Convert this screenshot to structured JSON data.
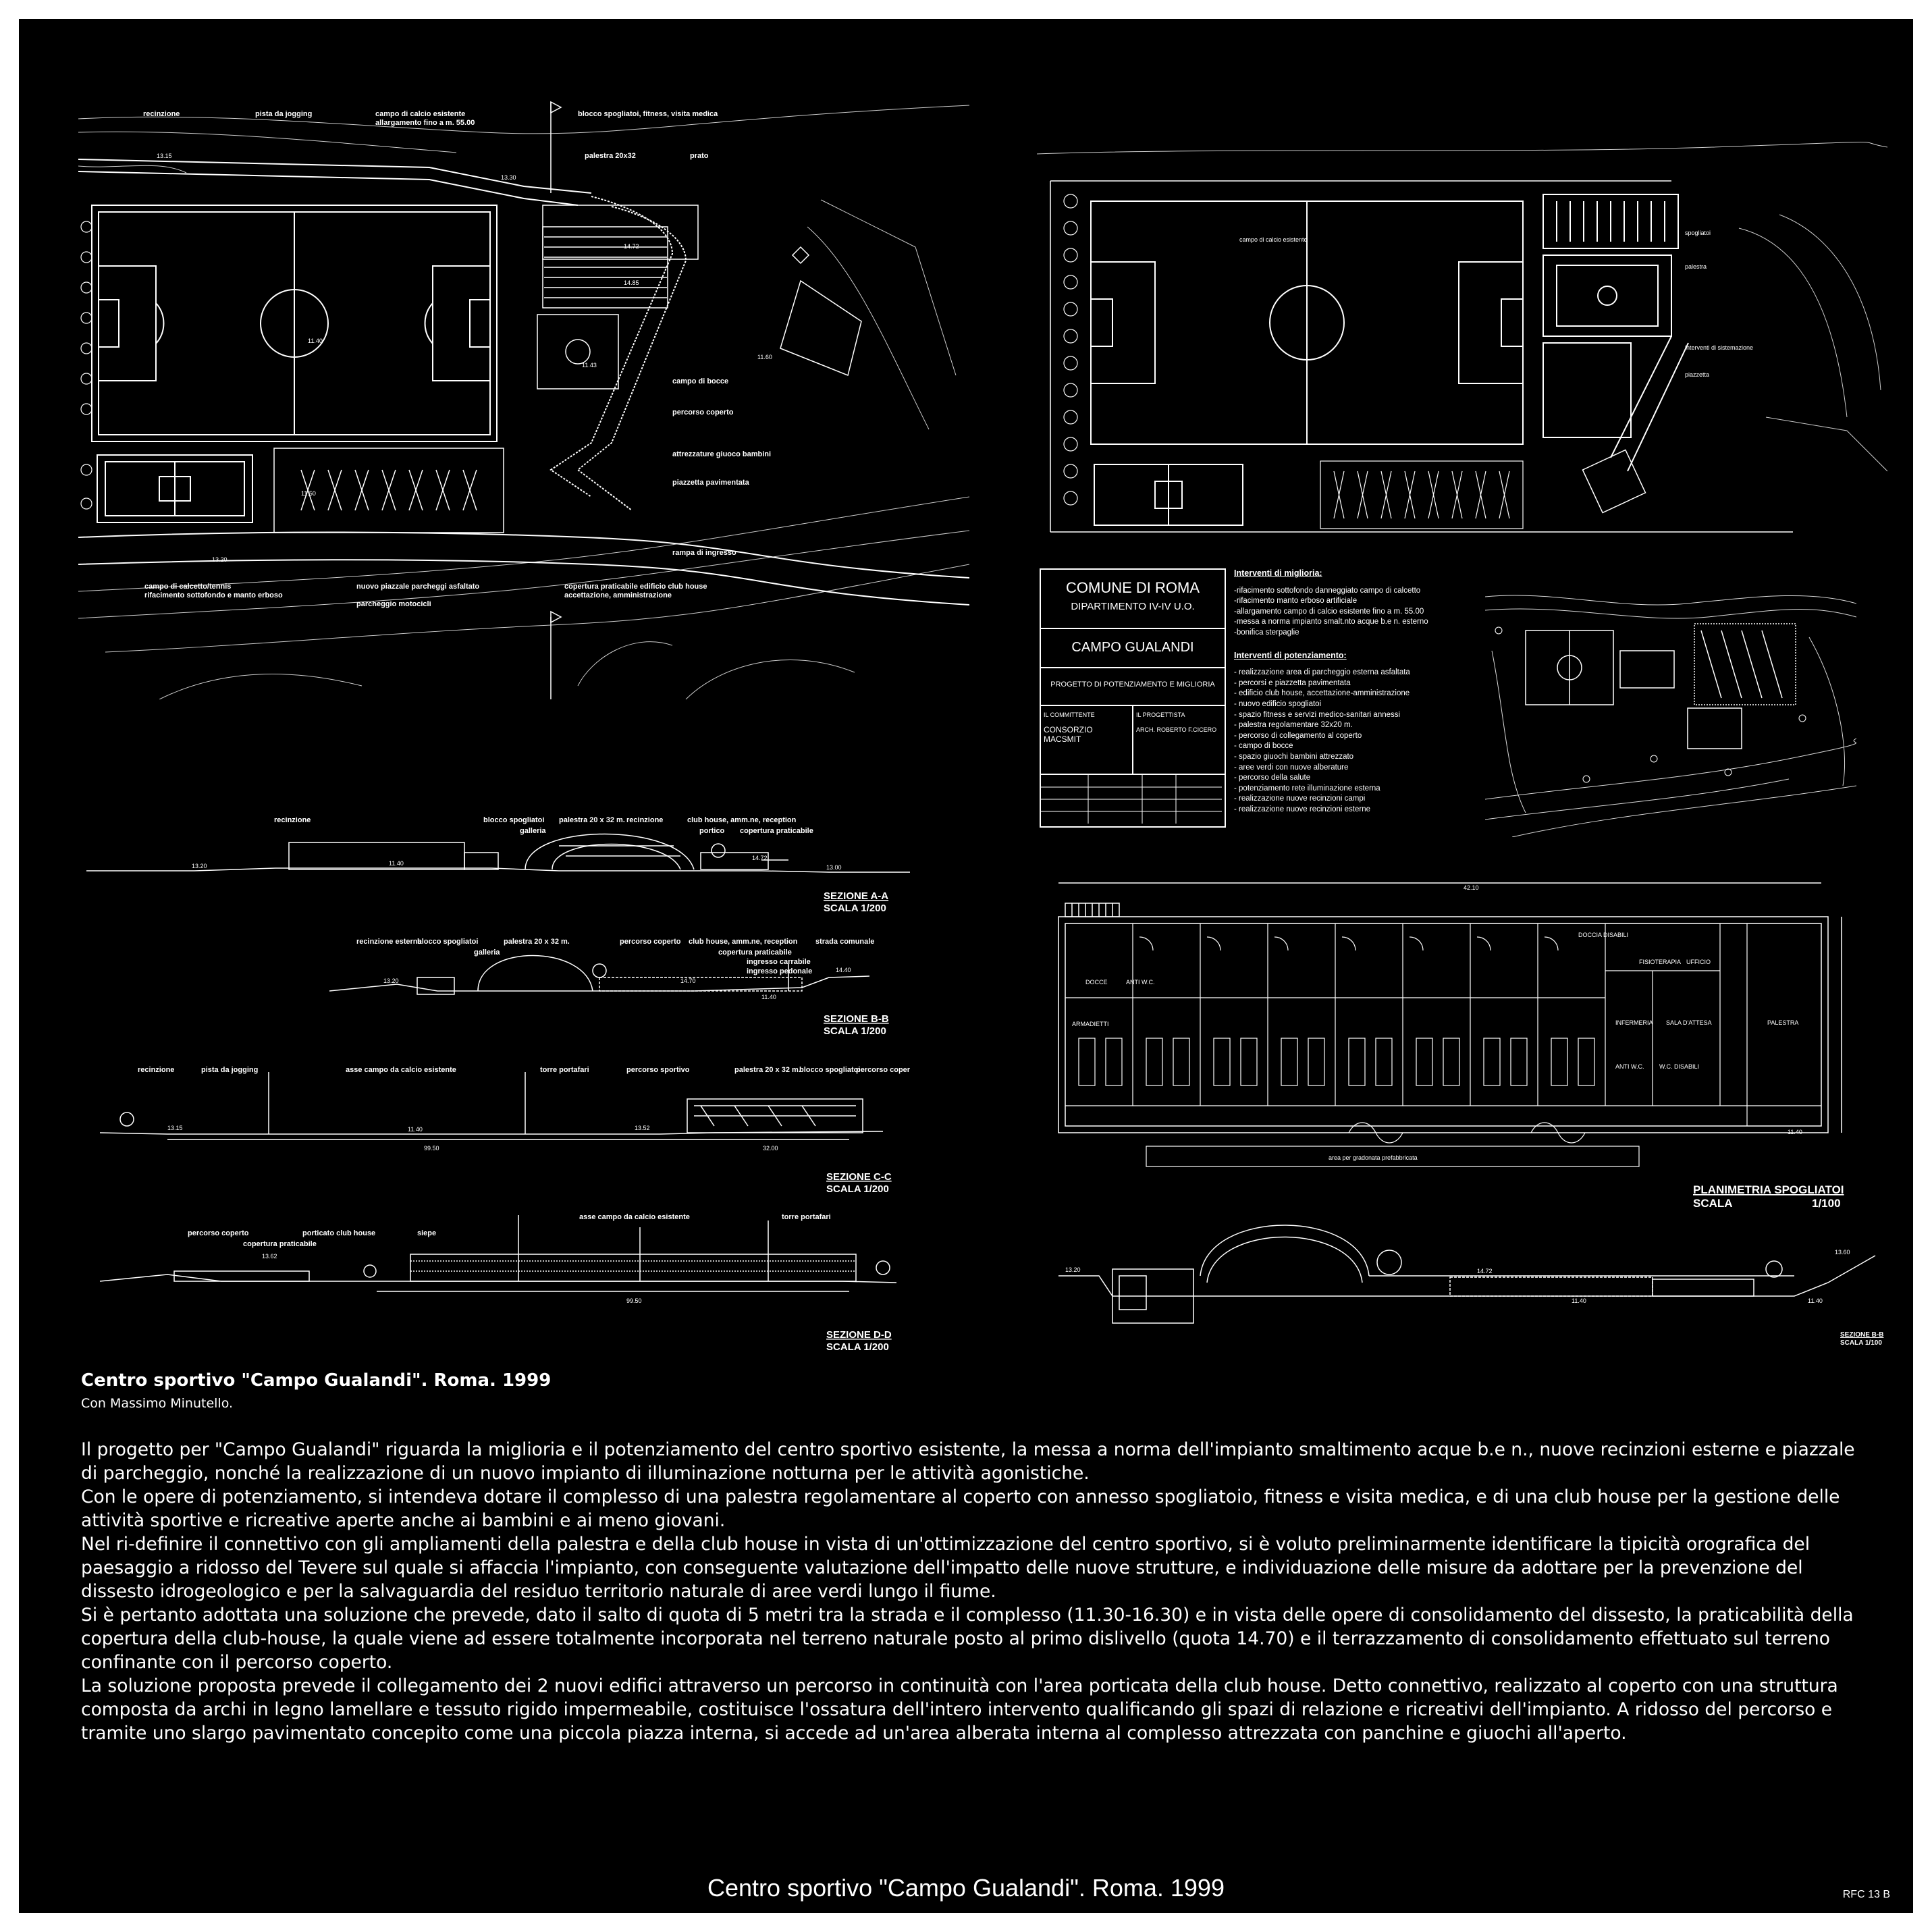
{
  "site_plan": {
    "labels": [
      "recinzione",
      "pista da jogging",
      "campo di calcio esistente",
      "allargamento fino a m. 55.00",
      "blocco spogliatoi, fitness, visita medica",
      "palestra 20x32",
      "prato",
      "campo di bocce",
      "percorso coperto",
      "attrezzature giuoco bambini",
      "piazzetta pavimentata",
      "rampa di ingresso",
      "campo di calcetto/tennis",
      "rifacimento sottofondo e manto erboso",
      "nuovo piazzale parcheggi asfaltato",
      "parcheggio motocicli",
      "copertura praticabile edificio club house",
      "accettazione, amministrazione"
    ],
    "spot_heights": [
      "13.15",
      "13.30",
      "11.40",
      "14.72",
      "14.85",
      "11.43",
      "11.50",
      "11.60",
      "13.20"
    ]
  },
  "plan_detail": {
    "notes": [
      "interventi di sistemazione",
      "campo di calcio esistente",
      "spogliatoi",
      "palestra",
      "piazzetta"
    ]
  },
  "title_block": {
    "comune": "COMUNE DI ROMA",
    "dipartimento": "DIPARTIMENTO IV-IV U.O.",
    "progetto_name": "CAMPO GUALANDI",
    "progetto_tipo": "PROGETTO DI POTENZIAMENTO E MIGLIORIA",
    "committente_label": "IL COMMITTENTE",
    "committente": "CONSORZIO MACSMIT",
    "progettista_label": "IL PROGETTISTA",
    "progettista": "ARCH. ROBERTO F.CICERO"
  },
  "interventions": {
    "miglioria_title": "Interventi di miglioria:",
    "miglioria": [
      "-rifacimento sottofondo danneggiato campo di calcetto",
      "-rifacimento manto erboso artificiale",
      "-allargamento campo di calcio esistente fino a m. 55.00",
      "-messa a norma impianto smalt.nto acque b.e n. esterno",
      "-bonifica sterpaglie"
    ],
    "potenziamento_title": "Interventi di potenziamento:",
    "potenziamento": [
      "- realizzazione area di parcheggio esterna asfaltata",
      "- percorsi e piazzetta pavimentata",
      "- edificio club house, accettazione-amministrazione",
      "- nuovo edificio spogliatoi",
      "- spazio fitness e servizi medico-sanitari annessi",
      "- palestra regolamentare 32x20 m.",
      "- percorso di collegamento al coperto",
      "- campo di bocce",
      "- spazio giuochi bambini attrezzato",
      "- aree verdi con nuove alberature",
      "- percorso della salute",
      "- potenziamento rete illuminazione esterna",
      "- realizzazione nuove recinzioni campi",
      "- realizzazione nuove recinzioni esterne"
    ]
  },
  "sections": {
    "aa": {
      "title": "SEZIONE A-A",
      "scale": "SCALA 1/200",
      "labels": [
        "recinzione",
        "blocco spogliatoi",
        "galleria",
        "palestra 20 x 32 m.",
        "recinzione",
        "club house, amm.ne, reception",
        "portico",
        "copertura praticabile"
      ],
      "heights": [
        "13.20",
        "11.40",
        "14.72",
        "13.00"
      ]
    },
    "bb": {
      "title": "SEZIONE B-B",
      "scale": "SCALA 1/200",
      "labels": [
        "recinzione esterna",
        "blocco spogliatoi",
        "palestra 20 x 32 m.",
        "galleria",
        "percorso coperto",
        "club house, amm.ne, reception",
        "copertura praticabile",
        "ingresso carrabile",
        "ingresso pedonale",
        "strada comunale"
      ],
      "heights": [
        "13.20",
        "14.70",
        "11.40",
        "14.40"
      ]
    },
    "cc": {
      "title": "SEZIONE C-C",
      "scale": "SCALA 1/200",
      "labels": [
        "recinzione",
        "pista da jogging",
        "asse campo da calcio esistente",
        "torre portafari",
        "percorso sportivo",
        "palestra 20 x 32 m.",
        "blocco spogliatoi",
        "percorso coperto"
      ],
      "dims": [
        "99.50",
        "32.00"
      ],
      "heights": [
        "13.15",
        "11.40",
        "13.52"
      ]
    },
    "dd": {
      "title": "SEZIONE D-D",
      "scale": "SCALA 1/200",
      "labels": [
        "percorso coperto",
        "porticato club house",
        "copertura praticabile",
        "siepe",
        "asse campo da calcio esistente",
        "torre portafari"
      ],
      "dims": [
        "99.50"
      ],
      "heights": [
        "13.62"
      ]
    },
    "bb2": {
      "title": "SEZIONE B-B",
      "scale": "SCALA 1/100",
      "heights": [
        "13.20",
        "14.72",
        "11.40",
        "13.60",
        "11.40"
      ]
    }
  },
  "locker_plan": {
    "title": "PLANIMETRIA SPOGLIATOI",
    "scale_label": "SCALA",
    "scale_value": "1/100",
    "overall_dim": "42.10",
    "rooms": [
      "DOCCE",
      "ANTI W.C.",
      "ARMADIETTI",
      "FISIOTERAPIA",
      "UFFICIO",
      "PALESTRA",
      "INFERMERIA",
      "SALA D'ATTESA",
      "ANTI W.C.",
      "W.C. DISABILI",
      "DOCCIA DISABILI"
    ],
    "note": "area per gradonata prefabbricata",
    "height": "11.40"
  },
  "caption": {
    "title": "Centro sportivo \"Campo Gualandi\". Roma. 1999",
    "subtitle": "Con Massimo Minutello.",
    "paragraphs": [
      "Il progetto per \"Campo Gualandi\" riguarda la miglioria e il potenziamento del centro sportivo esistente, la messa a norma dell'impianto smaltimento acque b.e n., nuove recinzioni esterne e piazzale di parcheggio, nonché la realizzazione di un nuovo impianto di illuminazione notturna per le attività agonistiche.",
      "Con le opere di potenziamento, si intendeva dotare il complesso di una palestra regolamentare al coperto con annesso spogliatoio, fitness e visita medica, e di una club house per la gestione delle attività sportive e ricreative aperte anche ai bambini e ai meno giovani.",
      "Nel ri-definire il connettivo con gli ampliamenti della palestra e della club house in vista di un'ottimizzazione del centro sportivo, si è voluto preliminarmente identificare la tipicità orografica del paesaggio a ridosso del Tevere sul quale si affaccia l'impianto, con conseguente valutazione dell'impatto delle nuove strutture, e individuazione delle misure da adottare per la prevenzione del dissesto idrogeologico e per la salvaguardia del residuo territorio naturale di aree verdi lungo il fiume.",
      "Si è pertanto adottata una soluzione che prevede, dato il salto di quota di 5 metri tra la strada e il complesso (11.30-16.30) e in vista delle opere di consolidamento del dissesto, la praticabilità della copertura della club-house, la quale viene ad essere totalmente incorporata nel terreno naturale posto al primo dislivello (quota 14.70) e il terrazzamento di consolidamento effettuato sul terreno confinante con il percorso coperto.",
      "La soluzione proposta prevede il collegamento dei 2 nuovi edifici attraverso un percorso in continuità con l'area porticata della club house. Detto connettivo, realizzato al coperto con una struttura composta da archi in legno lamellare e tessuto rigido impermeabile, costituisce l'ossatura dell'intero intervento qualificando gli spazi di relazione e ricreativi dell'impianto. A ridosso del percorso e tramite uno slargo pavimentato concepito come una piccola piazza interna, si accede ad un'area alberata interna al complesso attrezzata con panchine e giuochi all'aperto."
    ]
  },
  "footer": {
    "title": "Centro sportivo \"Campo Gualandi\". Roma. 1999",
    "code": "RFC 13 B"
  }
}
